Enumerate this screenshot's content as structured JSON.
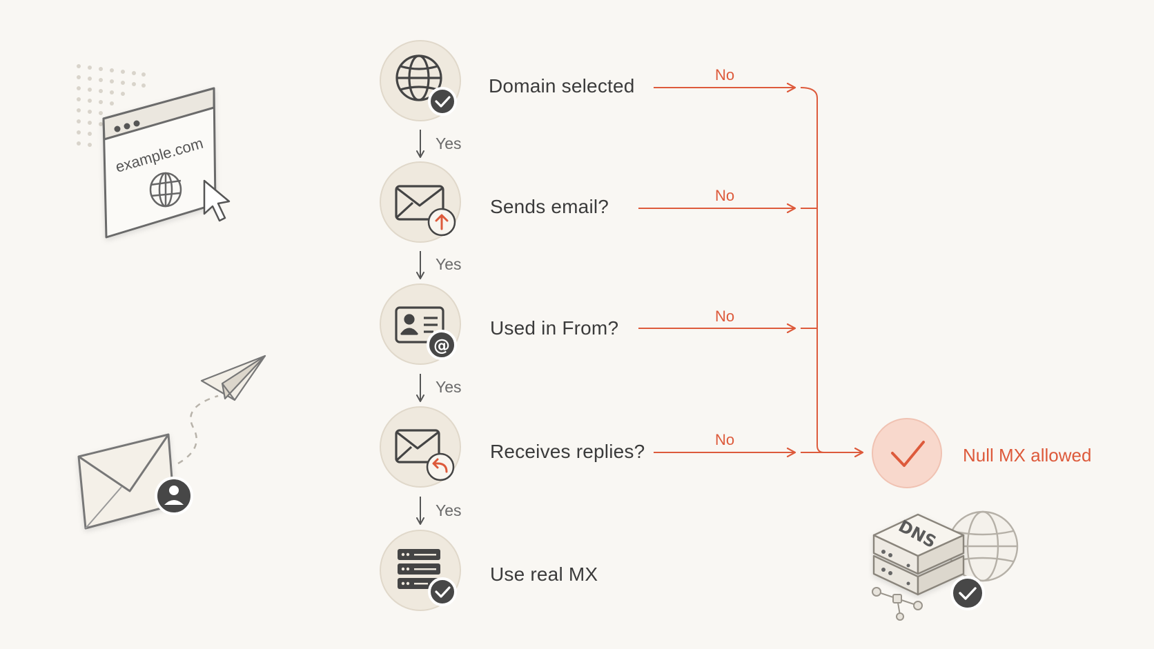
{
  "flow": {
    "steps": [
      {
        "label": "Domain selected",
        "icon": "globe-icon",
        "badge": "check-badge-icon"
      },
      {
        "label": "Sends email?",
        "icon": "envelope-icon",
        "badge": "upload-arrow-badge-icon"
      },
      {
        "label": "Used in From?",
        "icon": "contact-card-icon",
        "badge": "at-sign-badge-icon"
      },
      {
        "label": "Receives replies?",
        "icon": "envelope-icon",
        "badge": "reply-arrow-badge-icon"
      },
      {
        "label": "Use real MX",
        "icon": "server-rack-icon",
        "badge": "check-badge-icon"
      }
    ],
    "yes_label": "Yes",
    "no_label": "No",
    "result": {
      "label": "Null MX allowed",
      "icon": "checkmark-icon"
    }
  },
  "illustrations": {
    "browser_url": "example.com",
    "dns_label": "DNS"
  },
  "colors": {
    "background": "#f9f7f3",
    "accent": "#dd5a3b",
    "icon_dark": "#4a4a4a",
    "node_fill": "#efe9de",
    "result_fill": "#f8d8cc"
  }
}
